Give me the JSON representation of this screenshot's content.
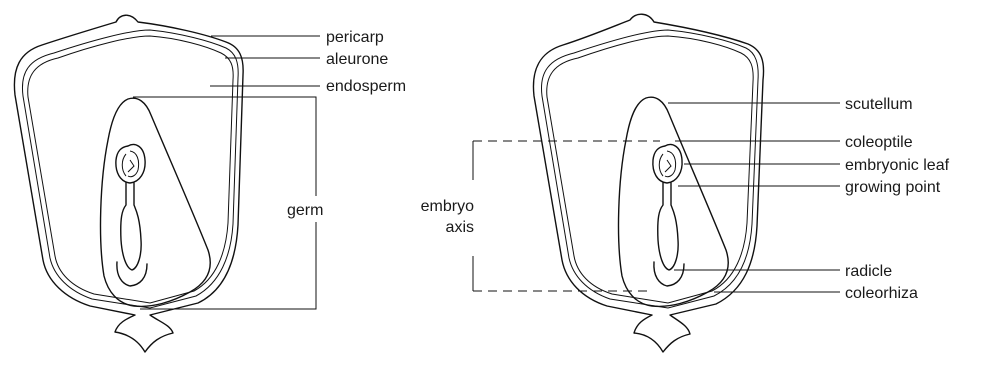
{
  "left_kernel": {
    "labels": {
      "pericarp": "pericarp",
      "aleurone": "aleurone",
      "endosperm": "endosperm",
      "germ": "germ"
    }
  },
  "right_kernel": {
    "labels": {
      "scutellum": "scutellum",
      "coleoptile": "coleoptile",
      "embryonic_leaf": "embryonic leaf",
      "growing_point": "growing point",
      "radicle": "radicle",
      "coleorhiza": "coleorhiza",
      "embryo_axis_line1": "embryo",
      "embryo_axis_line2": "axis"
    }
  }
}
